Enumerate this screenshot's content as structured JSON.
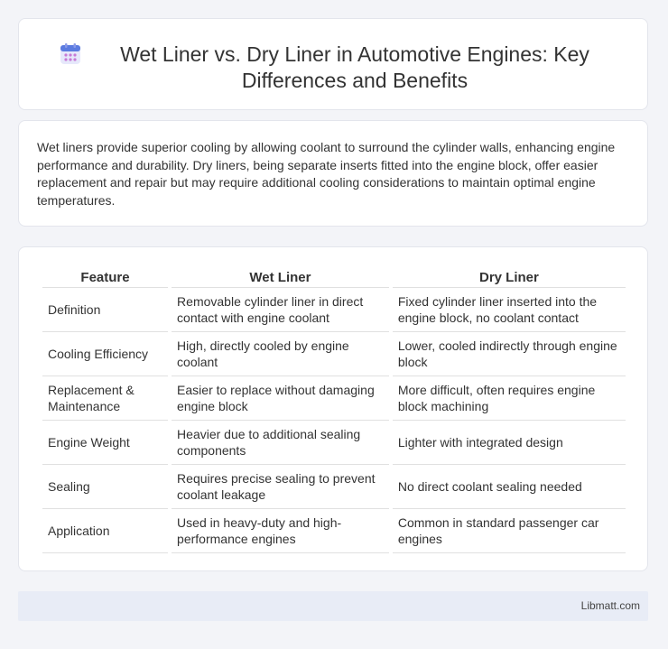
{
  "header": {
    "icon": "calendar-icon",
    "title": "Wet Liner vs. Dry Liner in Automotive Engines: Key Differences and Benefits"
  },
  "intro": "Wet liners provide superior cooling by allowing coolant to surround the cylinder walls, enhancing engine performance and durability. Dry liners, being separate inserts fitted into the engine block, offer easier replacement and repair but may require additional cooling considerations to maintain optimal engine temperatures.",
  "table": {
    "headers": [
      "Feature",
      "Wet Liner",
      "Dry Liner"
    ],
    "rows": [
      [
        "Definition",
        "Removable cylinder liner in direct contact with engine coolant",
        "Fixed cylinder liner inserted into the engine block, no coolant contact"
      ],
      [
        "Cooling Efficiency",
        "High, directly cooled by engine coolant",
        "Lower, cooled indirectly through engine block"
      ],
      [
        "Replacement & Maintenance",
        "Easier to replace without damaging engine block",
        "More difficult, often requires engine block machining"
      ],
      [
        "Engine Weight",
        "Heavier due to additional sealing components",
        "Lighter with integrated design"
      ],
      [
        "Sealing",
        "Requires precise sealing to prevent coolant leakage",
        "No direct coolant sealing needed"
      ],
      [
        "Application",
        "Used in heavy-duty and high-performance engines",
        "Common in standard passenger car engines"
      ]
    ]
  },
  "footer": {
    "brand": "Libmatt.com"
  },
  "colors": {
    "accent": "#5b7be0",
    "background": "#f3f4f8",
    "footer_bg": "#e8ecf6"
  }
}
